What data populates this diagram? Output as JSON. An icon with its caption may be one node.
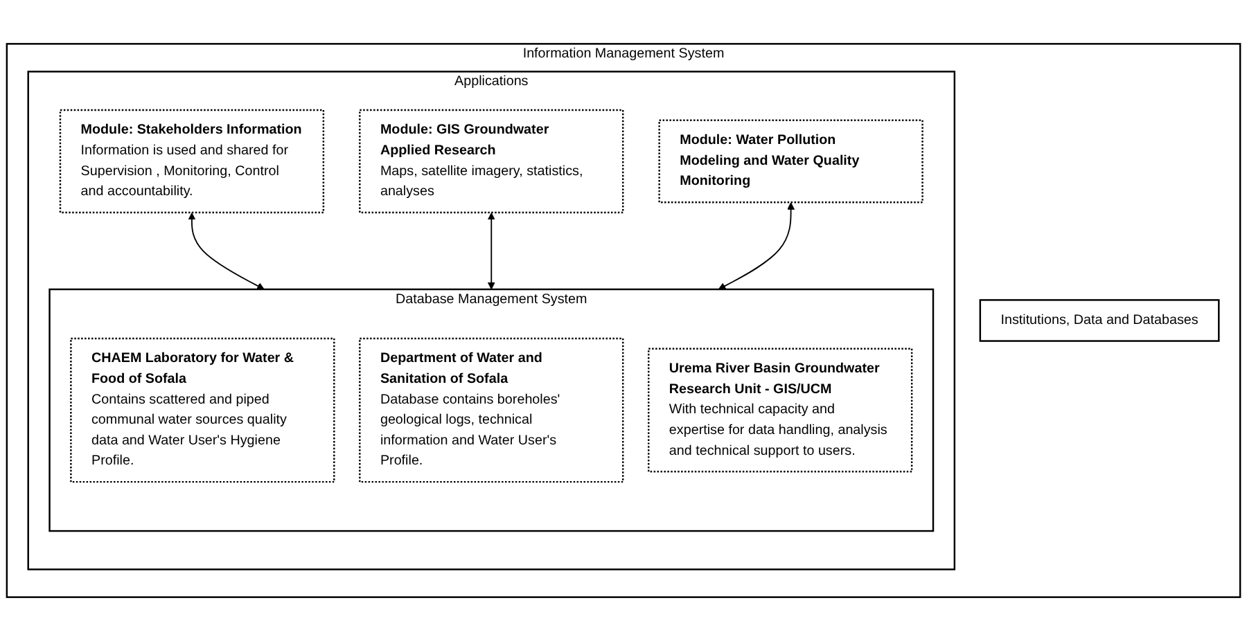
{
  "diagram": {
    "nodes": [
      {
        "text": [
          "Information Management System"
        ]
      },
      {
        "text": [
          "Applications"
        ],
        "in": 0
      },
      {
        "text": [
          "Module: Stakeholders Information",
          "Information is used and shared for Supervision , Monitoring, Control and accountability."
        ],
        "in": 1
      },
      {
        "text": [
          "Module: GIS Groundwater Applied Research",
          "Maps, satellite imagery, statistics, analyses"
        ],
        "in": 1
      },
      {
        "text": [
          "Module: Water Pollution Modeling and Water Quality Monitoring"
        ],
        "in": 1
      },
      {
        "text": [
          "Database Management System"
        ],
        "in": 1
      },
      {
        "text": [
          "CHAEM Laboratory for Water & Food of Sofala",
          "Contains scattered and piped communal water sources quality data and Water User's Hygiene Profile."
        ],
        "in": 5
      },
      {
        "text": [
          "Department of Water and Sanitation of Sofala",
          "Database contains boreholes' geological logs, technical information and Water User's Profile."
        ],
        "in": 5
      },
      {
        "text": [
          "Urema River Basin Groundwater Research Unit - GIS/UCM",
          "With technical capacity and expertise for data handling, analysis and technical support to users."
        ],
        "in": 5
      },
      {
        "text": [
          "Institutions, Data and Databases"
        ],
        "in": 0
      }
    ],
    "edges": [
      {
        "from": 2,
        "to": 5,
        "arrow": "both"
      },
      {
        "from": 3,
        "to": 5,
        "arrow": "both"
      },
      {
        "from": 4,
        "to": 5,
        "arrow": "both"
      }
    ]
  }
}
